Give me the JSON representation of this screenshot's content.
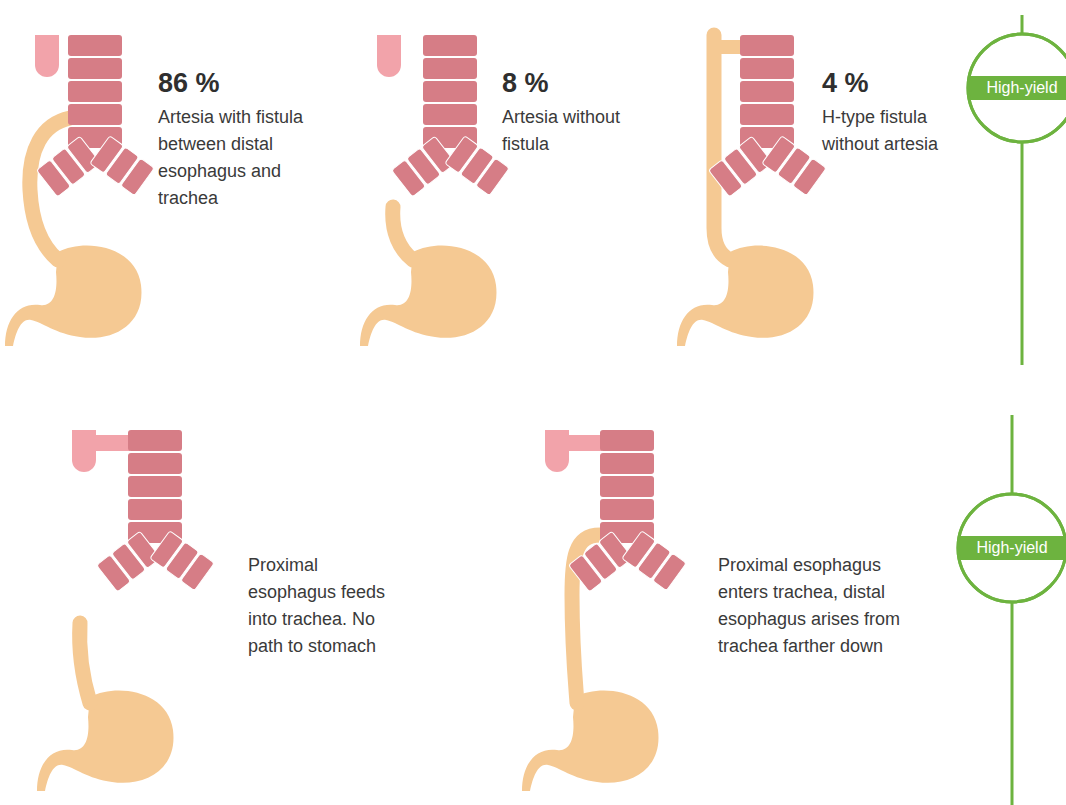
{
  "diagram": {
    "nodes": [
      {
        "text": [
          "High-yield"
        ]
      },
      {
        "text": [
          "High-yield"
        ]
      }
    ],
    "labels": [
      "86 %",
      "Artesia with fistula between distal esophagus and trachea",
      "8 %",
      "Artesia without fistula",
      "4 %",
      "H-type fistula without artesia",
      "Proximal esophagus feeds into trachea. No path to stomach",
      "Proximal esophagus enters trachea, distal esophagus arises from trachea farther down"
    ]
  }
}
